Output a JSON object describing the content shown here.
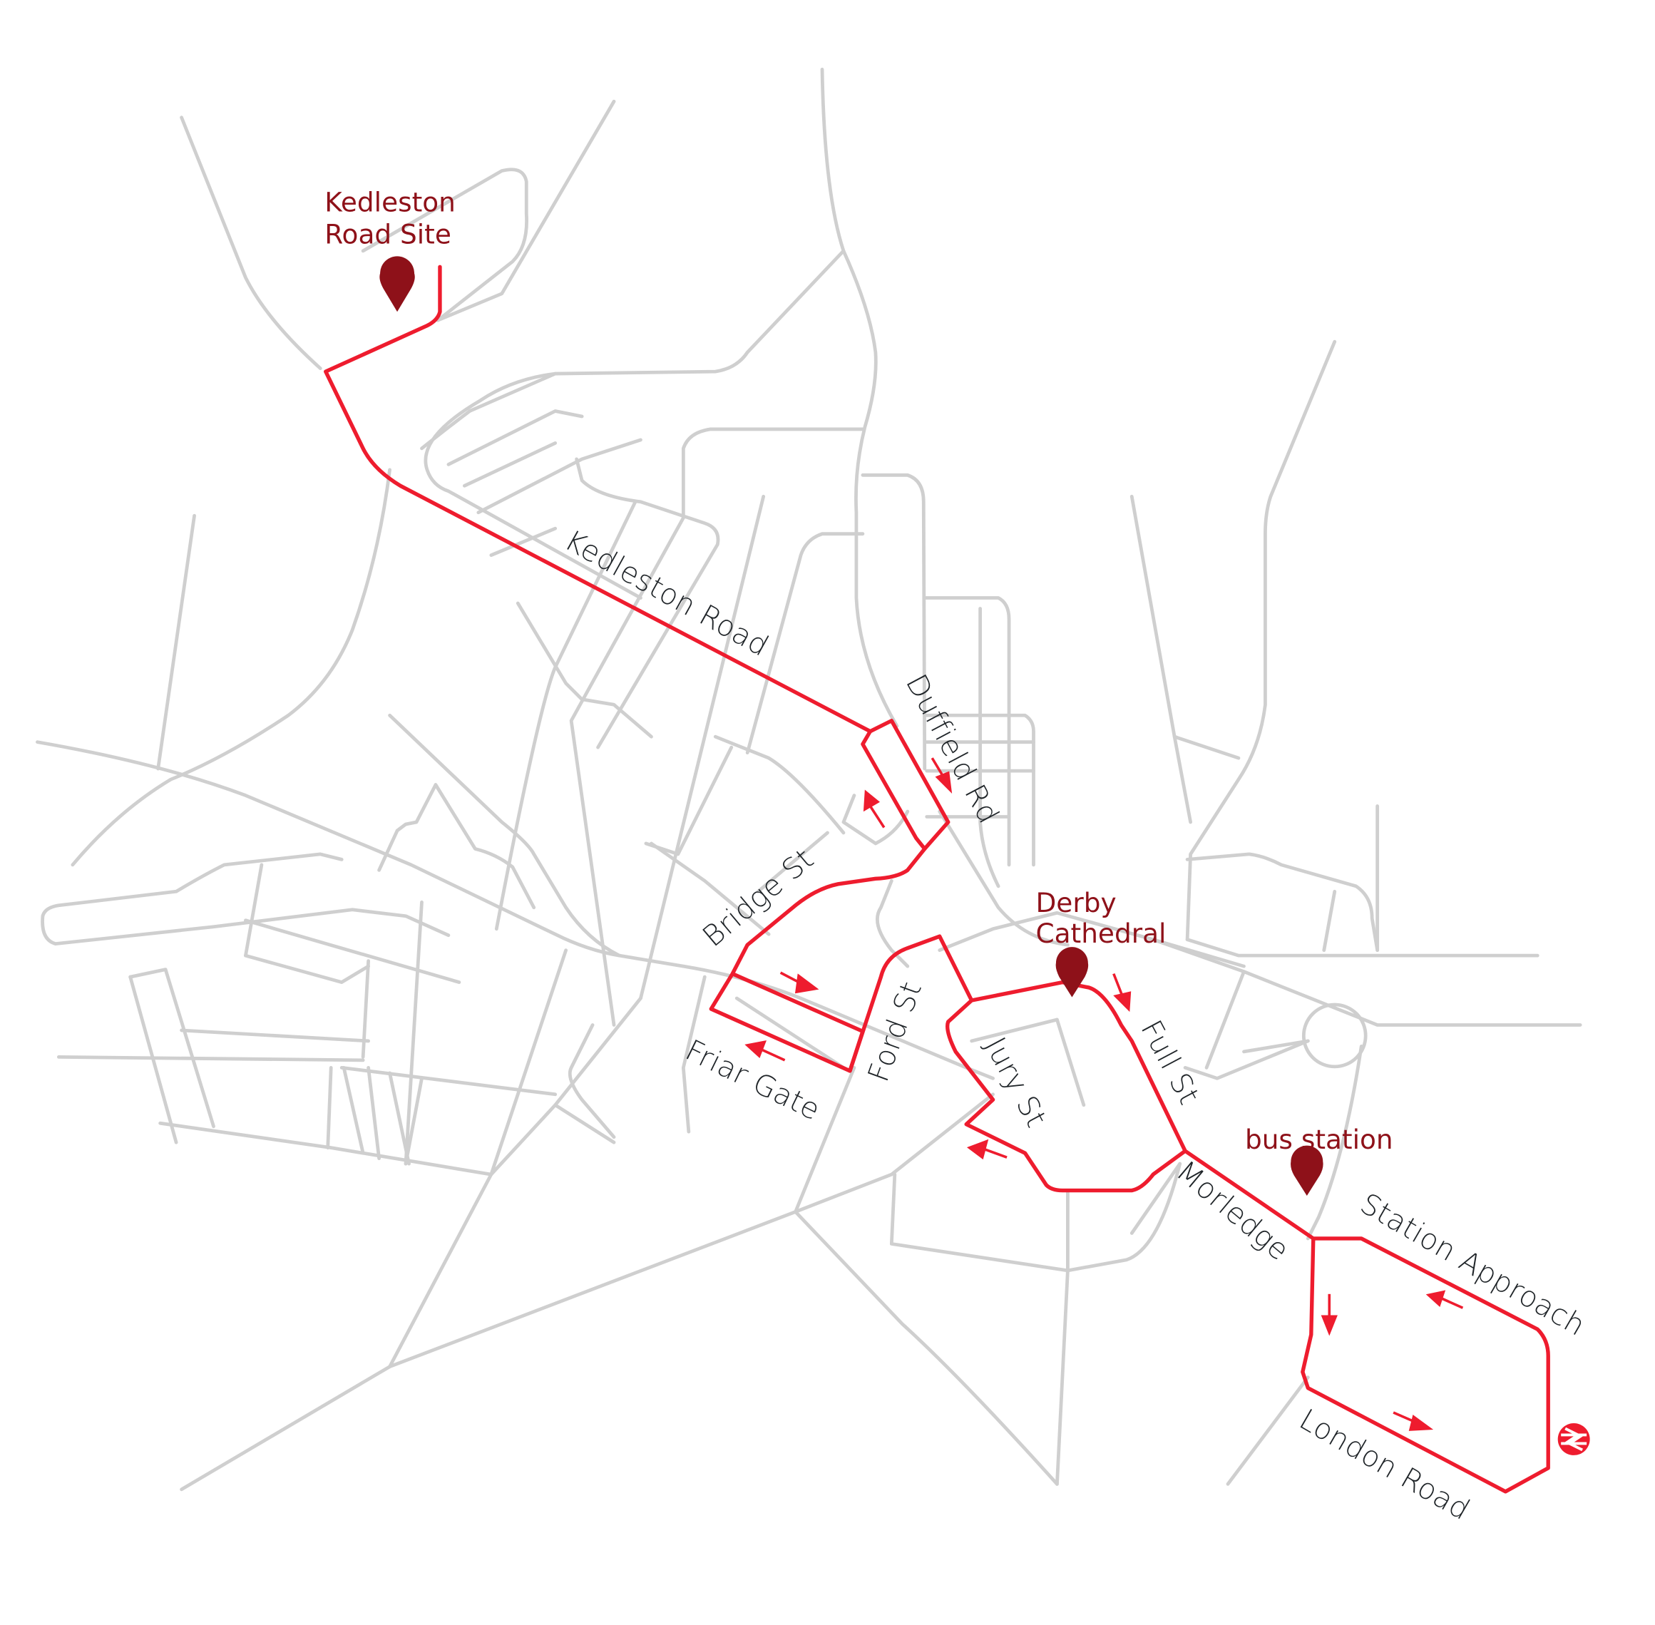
{
  "colors": {
    "route": "#ee1c2e",
    "poi": "#8e1119",
    "roads": "#cfcfcf",
    "street_labels": "#1f2428",
    "background": "#ffffff"
  },
  "pois": [
    {
      "line1": "Kedleston",
      "line2": "Road Site",
      "icon": "map-pin-icon"
    },
    {
      "line1": "Derby",
      "line2": "Cathedral",
      "icon": "map-pin-icon"
    },
    {
      "line1": "bus station",
      "icon": "map-pin-icon"
    }
  ],
  "streets": [
    "Kedleston Road",
    "Duffield Rd",
    "Bridge St",
    "Friar Gate",
    "Ford St",
    "Jury St",
    "Full St",
    "Morledge",
    "Station Approach",
    "London Road"
  ],
  "rail_station": {
    "icon": "national-rail-icon",
    "symbol": "⇄"
  }
}
